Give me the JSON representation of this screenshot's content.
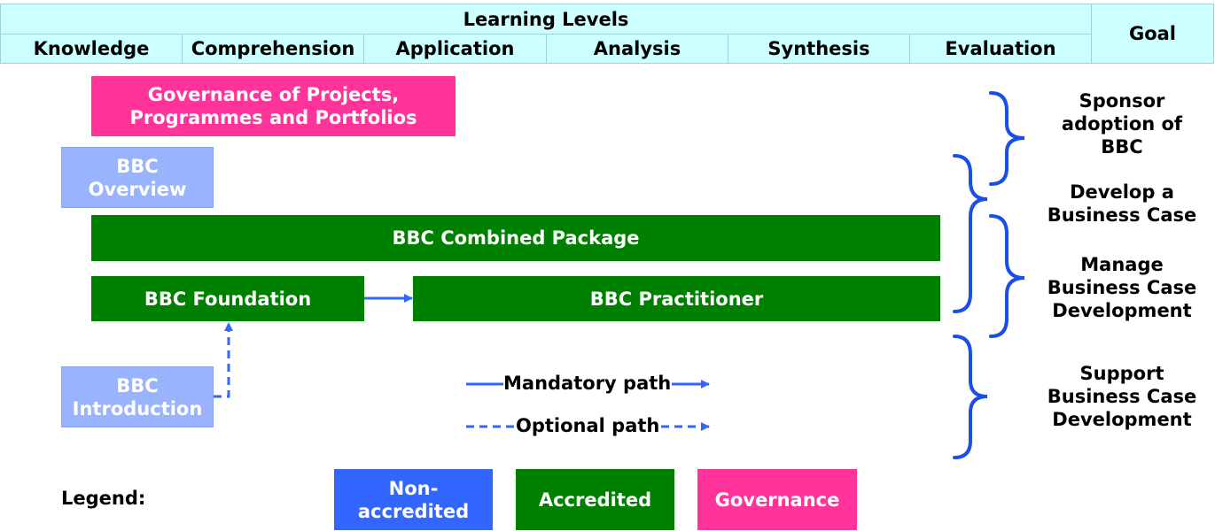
{
  "header": {
    "title": "Learning Levels",
    "levels": [
      "Knowledge",
      "Comprehension",
      "Application",
      "Analysis",
      "Synthesis",
      "Evaluation"
    ],
    "goal": "Goal"
  },
  "courses": {
    "governance": "Governance of Projects, Programmes and Portfolios",
    "overview": "BBC Overview",
    "combined": "BBC Combined Package",
    "foundation": "BBC Foundation",
    "practitioner": "BBC Practitioner",
    "introduction": "BBC Introduction"
  },
  "paths": {
    "mandatory": "Mandatory path",
    "optional": "Optional path"
  },
  "goals": {
    "sponsor": "Sponsor adoption of BBC",
    "develop": "Develop a Business Case",
    "manage": "Manage Business Case Development",
    "support": "Support Business Case Development"
  },
  "legend": {
    "label": "Legend:",
    "non_accredited": "Non-accredited",
    "accredited": "Accredited",
    "governance": "Governance"
  },
  "colors": {
    "header_bg": "#ccffff",
    "governance": "#ff3399",
    "accredited": "#008000",
    "non_accredited": "#3366ff",
    "non_accredited_light": "#99b3ff",
    "arrow": "#3366ff",
    "brace": "#1a4ee8"
  }
}
